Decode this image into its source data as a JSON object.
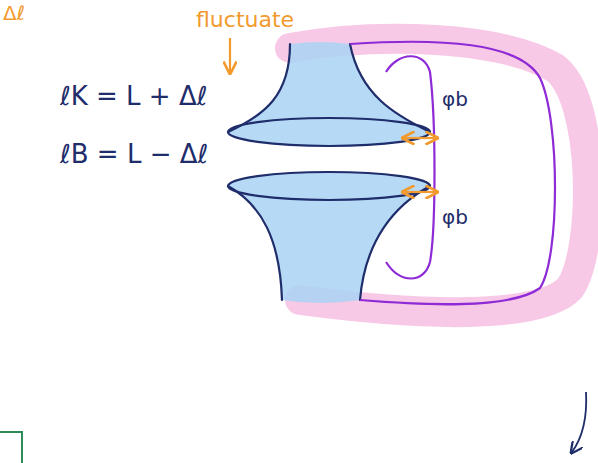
{
  "diagram": {
    "labels": [
      "Δℓ",
      "fluctuate",
      "ℓK = L + Δℓ",
      "ℓB = L − Δℓ",
      "φb",
      "φb"
    ]
  }
}
